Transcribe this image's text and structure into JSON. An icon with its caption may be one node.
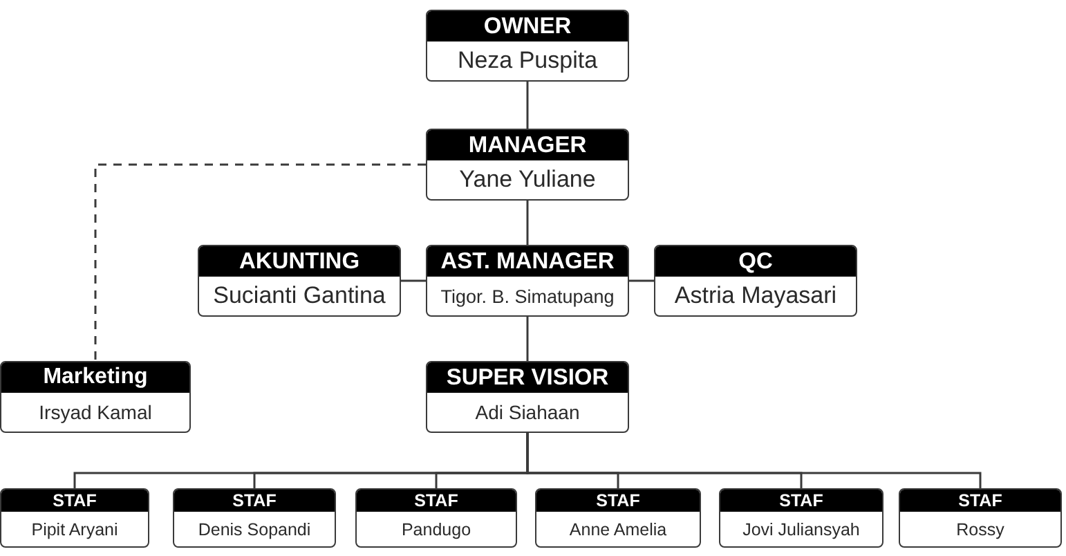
{
  "diagram": {
    "nodes": [
      {
        "text": [
          "OWNER",
          "Neza Puspita"
        ]
      },
      {
        "text": [
          "MANAGER",
          "Yane Yuliane"
        ]
      },
      {
        "text": [
          "AKUNTING",
          "Sucianti Gantina"
        ]
      },
      {
        "text": [
          "AST. MANAGER",
          "Tigor. B. Simatupang"
        ]
      },
      {
        "text": [
          "QC",
          "Astria Mayasari"
        ]
      },
      {
        "text": [
          "Marketing",
          "Irsyad Kamal"
        ]
      },
      {
        "text": [
          "SUPER VISIOR",
          "Adi Siahaan"
        ]
      },
      {
        "text": [
          "STAF",
          "Pipit Aryani"
        ]
      },
      {
        "text": [
          "STAF",
          "Denis Sopandi"
        ]
      },
      {
        "text": [
          "STAF",
          "Pandugo"
        ]
      },
      {
        "text": [
          "STAF",
          "Anne Amelia"
        ]
      },
      {
        "text": [
          "STAF",
          "Jovi Juliansyah"
        ]
      },
      {
        "text": [
          "STAF",
          "Rossy"
        ]
      }
    ],
    "edges": [
      {
        "from": 0,
        "to": 1,
        "arrow": "none"
      },
      {
        "from": 1,
        "to": 5,
        "arrow": "none",
        "style": "dashed"
      },
      {
        "from": 1,
        "to": 3,
        "arrow": "none"
      },
      {
        "from": 3,
        "to": 2,
        "arrow": "none"
      },
      {
        "from": 3,
        "to": 4,
        "arrow": "none"
      },
      {
        "from": 3,
        "to": 6,
        "arrow": "none"
      },
      {
        "from": 6,
        "to": 7,
        "arrow": "none"
      },
      {
        "from": 6,
        "to": 8,
        "arrow": "none"
      },
      {
        "from": 6,
        "to": 9,
        "arrow": "none"
      },
      {
        "from": 6,
        "to": 10,
        "arrow": "none"
      },
      {
        "from": 6,
        "to": 11,
        "arrow": "none"
      },
      {
        "from": 6,
        "to": 12,
        "arrow": "none"
      }
    ]
  }
}
